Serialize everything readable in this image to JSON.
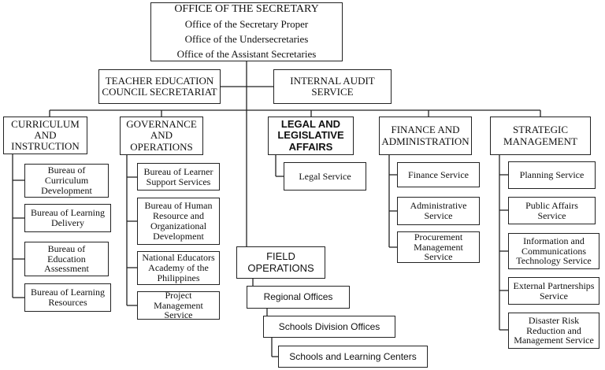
{
  "secretary": {
    "title": "OFFICE OF THE SECRETARY",
    "lines": [
      "Office of the Secretary Proper",
      "Office of the Undersecretaries",
      "Office of the Assistant Secretaries"
    ]
  },
  "staff": {
    "teacher_council": "TEACHER EDUCATION\nCOUNCIL SECRETARIAT",
    "internal_audit": "INTERNAL AUDIT\nSERVICE"
  },
  "strands": [
    {
      "name": "CURRICULUM\nAND\nINSTRUCTION",
      "units": [
        "Bureau of\nCurriculum\nDevelopment",
        "Bureau of Learning\nDelivery",
        "Bureau of\nEducation\nAssessment",
        "Bureau of Learning\nResources"
      ]
    },
    {
      "name": "GOVERNANCE\nAND\nOPERATIONS",
      "units": [
        "Bureau of Learner\nSupport Services",
        "Bureau of Human\nResource and\nOrganizational\nDevelopment",
        "National Educators\nAcademy of the\nPhilippines",
        "Project\nManagement\nService"
      ]
    },
    {
      "name": "LEGAL AND\nLEGISLATIVE\nAFFAIRS",
      "units": [
        "Legal Service"
      ]
    },
    {
      "name": "FINANCE AND\nADMINISTRATION",
      "units": [
        "Finance Service",
        "Administrative\nService",
        "Procurement\nManagement\nService"
      ]
    },
    {
      "name": "STRATEGIC\nMANAGEMENT",
      "units": [
        "Planning Service",
        "Public Affairs\nService",
        "Information and\nCommunications\nTechnology Service",
        "External Partnerships\nService",
        "Disaster Risk\nReduction and\nManagement Service"
      ]
    }
  ],
  "field": {
    "title": "FIELD OPERATIONS",
    "levels": [
      "Regional Offices",
      "Schools Division Offices",
      "Schools and Learning Centers"
    ]
  }
}
